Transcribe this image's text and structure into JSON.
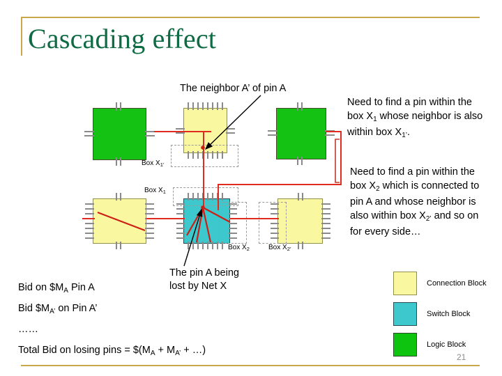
{
  "slide": {
    "title": "Cascading effect",
    "page_number": "21"
  },
  "annotations": {
    "neighbor_label": "The neighbor A’ of pin A",
    "pin_lost_line1": "The pin A being",
    "pin_lost_line2": "lost by Net X"
  },
  "box_labels": {
    "box_x1_prime": "Box X",
    "box_x1_prime_sub": "1’",
    "box_x1": "Box X",
    "box_x1_sub": "1",
    "box_x2": "Box X",
    "box_x2_sub": "2",
    "box_x2_prime": "Box X",
    "box_x2_prime_sub": "2’"
  },
  "right_notes": {
    "note1_part1": "Need to find a pin within the box X",
    "note1_sub1": "1",
    "note1_part2": " whose neighbor is also within box X",
    "note1_sub2": "1’",
    "note1_part3": ".",
    "note2_part1": "Need to find a pin within the box X",
    "note2_sub1": "2",
    "note2_part2": " which is connected to pin A and whose neighbor is also within box X",
    "note2_sub2": "2’",
    "note2_part3": " and so on for every side…"
  },
  "bid_lines": {
    "line1_a": "Bid on $M",
    "line1_sub": "A",
    "line1_b": " Pin A",
    "line2_a": "Bid $M",
    "line2_sub": "A’",
    "line2_b": " on Pin A’",
    "line3": "……",
    "line4_a": "Total Bid on losing pins = $(M",
    "line4_sub1": "A",
    "line4_b": " + M",
    "line4_sub2": "A’",
    "line4_c": " + …)"
  },
  "legend": {
    "items": [
      {
        "label": "Connection Block",
        "color": "#f9f7a0",
        "border": "#8f8f4a"
      },
      {
        "label": "Switch Block",
        "color": "#3cc8cc",
        "border": "#2b4a52"
      },
      {
        "label": "Logic Block",
        "color": "#0ec40e",
        "border": "#2a4a2a"
      }
    ]
  },
  "colors": {
    "accent_gold": "#c9a84c",
    "title_green": "#0f6b43",
    "wire_red": "#e02b20",
    "pin_gray": "#8a8a8a",
    "dashed_gray": "#9a9a9a"
  }
}
